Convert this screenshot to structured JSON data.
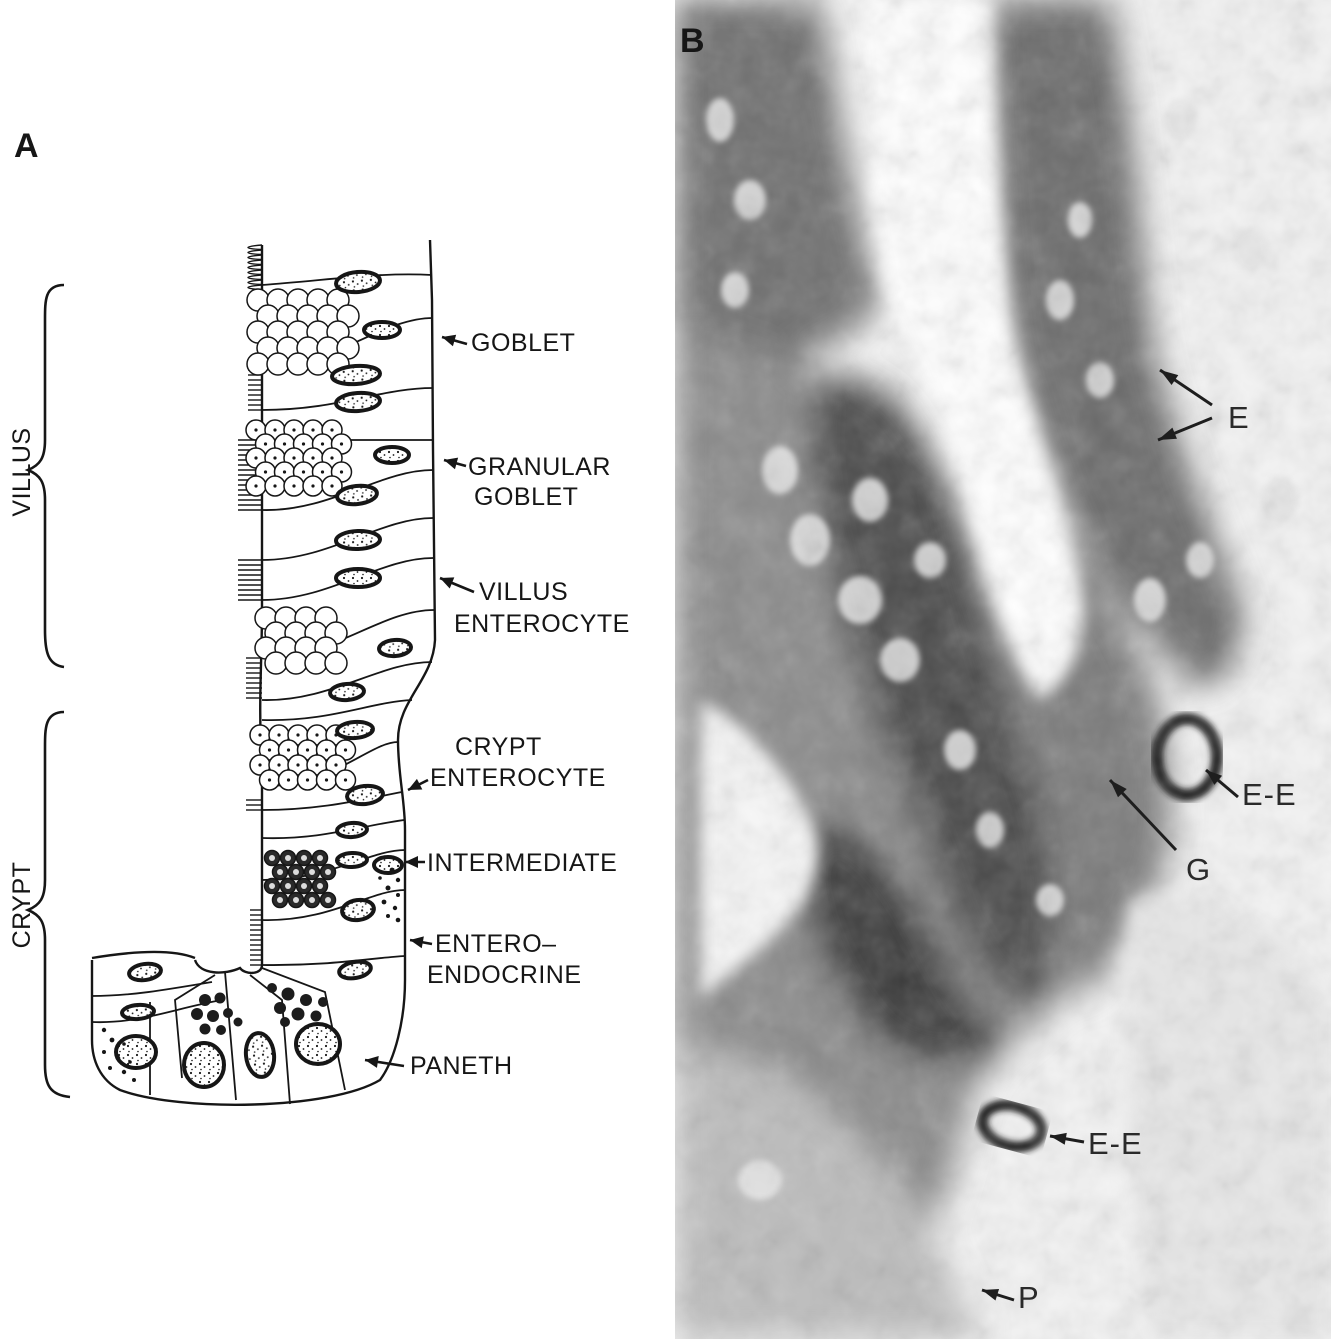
{
  "panel_a": {
    "letter": "A",
    "regions": {
      "villus": "VILLUS",
      "crypt": "CRYPT"
    },
    "cell_labels": [
      {
        "key": "goblet",
        "line1": "GOBLET",
        "line2": ""
      },
      {
        "key": "granular-goblet",
        "line1": "GRANULAR",
        "line2": "GOBLET"
      },
      {
        "key": "villus-enterocyte",
        "line1": "VILLUS",
        "line2": "ENTEROCYTE"
      },
      {
        "key": "crypt-enterocyte",
        "line1": "CRYPT",
        "line2": "ENTEROCYTE"
      },
      {
        "key": "intermediate",
        "line1": "INTERMEDIATE",
        "line2": ""
      },
      {
        "key": "enteroendocrine",
        "line1": "ENTERO–",
        "line2": "ENDOCRINE"
      },
      {
        "key": "paneth",
        "line1": "PANETH",
        "line2": ""
      }
    ]
  },
  "panel_b": {
    "letter": "B",
    "labels": [
      {
        "key": "e",
        "text": "E"
      },
      {
        "key": "e-e-upper",
        "text": "E-E"
      },
      {
        "key": "g",
        "text": "G"
      },
      {
        "key": "e-e-lower",
        "text": "E-E"
      },
      {
        "key": "p",
        "text": "P"
      }
    ]
  },
  "colors": {
    "ink": "#161616",
    "paper": "#ffffff",
    "micrograph_light": "#f2f2f2",
    "micrograph_dark": "#2f2f2f"
  }
}
